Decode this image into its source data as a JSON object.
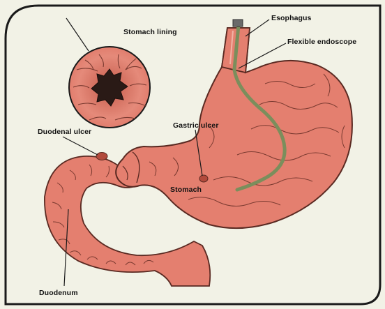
{
  "diagram": {
    "labels": {
      "stomach_lining": "Stomach lining",
      "esophagus": "Esophagus",
      "flexible_endoscope": "Flexible endoscope",
      "duodenal_ulcer": "Duodenal ulcer",
      "gastric_ulcer": "Gastric ulcer",
      "stomach": "Stomach",
      "duodenum": "Duodenum"
    },
    "colors": {
      "background": "#f2f2e6",
      "frame": "#1a1a1a",
      "tissue": "#e47f6f",
      "tissue_outline": "#5a2a22",
      "ulcer": "#b24a3c",
      "endoscope": "#7b8e5c"
    }
  }
}
